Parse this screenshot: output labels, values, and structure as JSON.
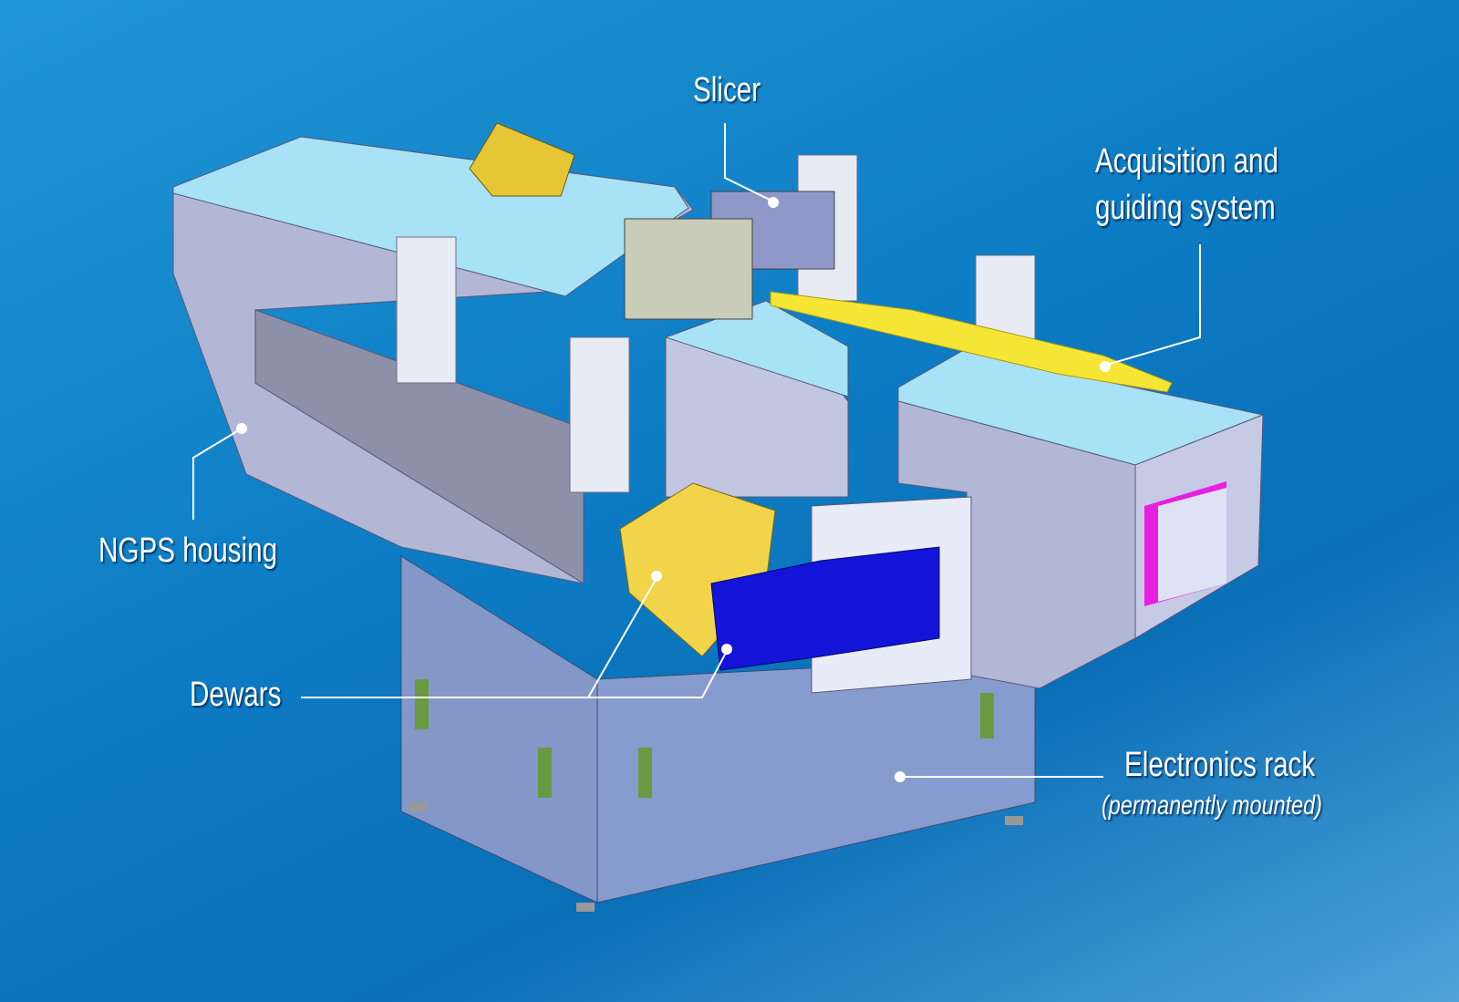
{
  "labels": {
    "slicer": "Slicer",
    "acquisition_line1": "Acquisition and",
    "acquisition_line2": "guiding system",
    "housing": "NGPS housing",
    "dewars": "Dewars",
    "electronics": "Electronics rack",
    "electronics_note": "(permanently mounted)"
  },
  "colors": {
    "housing_top": "#a8e2f7",
    "housing_side": "#b3b7d6",
    "rack": "#8499c8",
    "dewar_yellow": "#f2d44a",
    "dewar_blue": "#1414d8",
    "guider": "#f5e636",
    "magenta": "#e81ee0"
  }
}
